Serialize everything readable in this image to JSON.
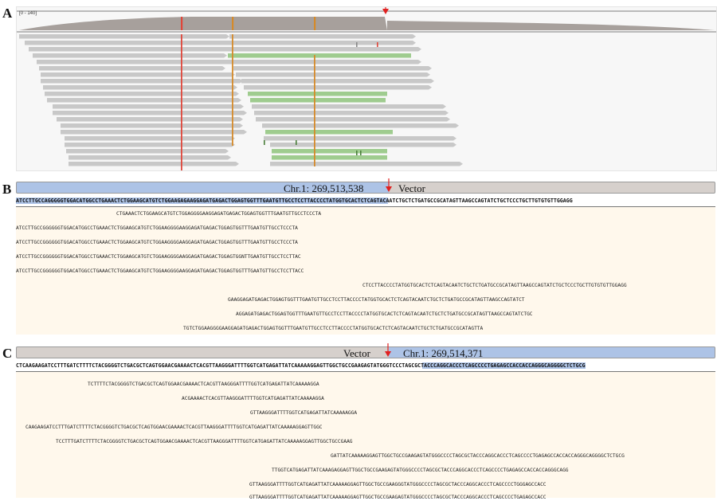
{
  "panels": {
    "a": "A",
    "b": "B",
    "c": "C"
  },
  "coverage": {
    "range_label": "[0 - 140]"
  },
  "colors": {
    "coverage_fill": "#a7a09c",
    "read_fill": "#c8c8c8",
    "softclip_fill": "#9fcc8f",
    "mismatch_red": "#e0463a",
    "mismatch_orange": "#d58a2a",
    "arrow_red": "#e02020",
    "chr_bar": "#adc3e6",
    "vector_bar": "#d6d0cc",
    "read_bg": "#fff8ec",
    "highlight_red": "#f0a6a6",
    "highlight_yellow": "#f2e36a"
  },
  "panel_b": {
    "chr_label": "Chr.1: 269,513,538",
    "vector_label": "Vector",
    "reference": "ATCCTTGCCAGGGGGTGGACATGGCCTGAAACTCTGGAAGCATGTCTGGAAGAGAAGGAGATGAGACTGGAGTGGTTTGAATGTTGCCTCCTTACCCCTATGGTGCACTCTCAGTACAATCTGCTCTGATGCCGCATAGTTAAGCCAGTATCTGCTCCCTGCTTGTGTGTTGGAGG",
    "reads": [
      "CTGAAACTCTGGAAGCATGTCTGGAGGGGAAGGAGATGAGACTGGAGTGGTTTGAATGTTGCCTCCCTA",
      "ATCCTTGCCGGGGGGTGGACATGGCCTGAAACTCTGGAAGCATGTCTGGAAGGGGAAGGAGATGAGACTGGAGTGGTTTGAATGTTGCCTCCCTA",
      "ATCCTTGCCGGGGGGTGGACATGGCCTGAAACTCTGGAAGCATGTCTGGAAGGGGAAGGAGATGAGACTGGAGTGGTTTGAATGTTGCCTCCCTA",
      "ATCCTTGCCGGGGGGTGGACATGGCCTGAAACTCTGGAAGCATGTCTGGAAGGGGAAGGAGATGAGACTGGAGTGGNTTGAATGTTGCCTCCTTAC",
      "ATCCTTGCCGGGGGGTGGACATGGCCTGAAACTCTGGAAGCATGTCTGGAAGGGGAAGGAGATGAGACTGGAGTGGTTTGAATGTTGCCTCCTTACC",
      "CTCCTTACCCCTATGGTGCACTCTCAGTACAATCTGCTCTGATGCCGCATAGTTAAGCCAGTATCTGCTCCCTGCTTGTGTGTTGGAGG",
      "GAAGGAGATGAGACTGGAGTGGTTTGAATGTTGCCTCCTTACCCCTATGGTGCACTCTCAGTACAATCTGCTCTGATGCCGCATAGTTAAGCCAGTATCT",
      "AGGAGATGAGACTGGAGTGGTTTGAATGTTGCCTCCTTACCCCTATGGTGCACTCTCAGTACAATCTGCTCTGATGCCGCATAGTTAAGCCAGTATCTGC",
      "TGTCTGGAAGGGGAAGGAGATGAGACTGGAGTGGTTTGAATGTTGCCTCCTTACCCCTATGGTGCACTCTCAGTACAATCTGCTCTGATGCCGCATAGTTA"
    ]
  },
  "panel_c": {
    "vector_label": "Vector",
    "chr_label": "Chr.1: 269,514,371",
    "reference": "CTCAAGAAGATCCTTTGATCTTTTCTACGGGGTCTGACGCTCAGTGGAACGAAAACTCACGTTAAGGGATTTTGGTCATGAGATTATCAAAAAGGAGTTGGCTGCCGAAGAGTATGGGTCCCTAGCGCTACCCAGGCACCCTCAGCCCCTGAGAGCCACCACCAGGGCAGGGGCTCTGCG",
    "reads": [
      "TCTTTTCTACGGGGTCTGACGCTCAGTGGAACGAAAACTCACGTTAAGGGATTTTGGTCATGAGATTATCAAAAAGGA",
      "ACGAAAACTCACGTTAAGGGATTTTGGTCATGAGATTATCAAAAAGGA",
      "GTTAAGGGATTTTGGTCATGAGATTATCAAAAAGGA",
      "CAAGAAGATCCTTTGATCTTTTCTACGGGGTCTGACGCTCAGTGGAACGAAAACTCACGTTAAGGGATTTTGGTCATGAGATTATCAAAAAGGAGTTGGC",
      "TCCTTTGATCTTTTCTACGGGGTCTGACGCTCAGTGGAACGAAAACTCACGTTAAGGGATTTTGGTCATGAGATTATCAAAAAGGAGTTGGCTGCCGAAG",
      "GATTATCAAAAAGGAGTTGGCTGCCGAAGAGTATGGGCCCCTAGCGCTACCCAGGCACCCTCAGCCCCTGAGAGCCACCACCAGGGCAGGGGCTCTGCG",
      "TTGGTCATGAGATTATCAAAGAGGAGTTGGCTGCCGAAGAGTATGGGCCCCTAGCGCTACCCAGGCACCCTCAGCCCCTGAGAGCCACCACCAGGGCAGG",
      "GTTAAGGGATTTTGGTCATGAGATTATCAAAAAGGAGTTGGCTGCCGAAGGGTATGGGCCCCTAGCGCTACCCAGGCACCCTCAGCCCCTGGGAGCCACC",
      "GTTAAGGGATTTTGGTCATGAGATTATCAAAAAGGAGTTGGCTGCCGAAGAGTATGGGCCCCTAGCGCTACCCAGGCACCCTCAGCCCCTGAGAGCCACC"
    ]
  }
}
